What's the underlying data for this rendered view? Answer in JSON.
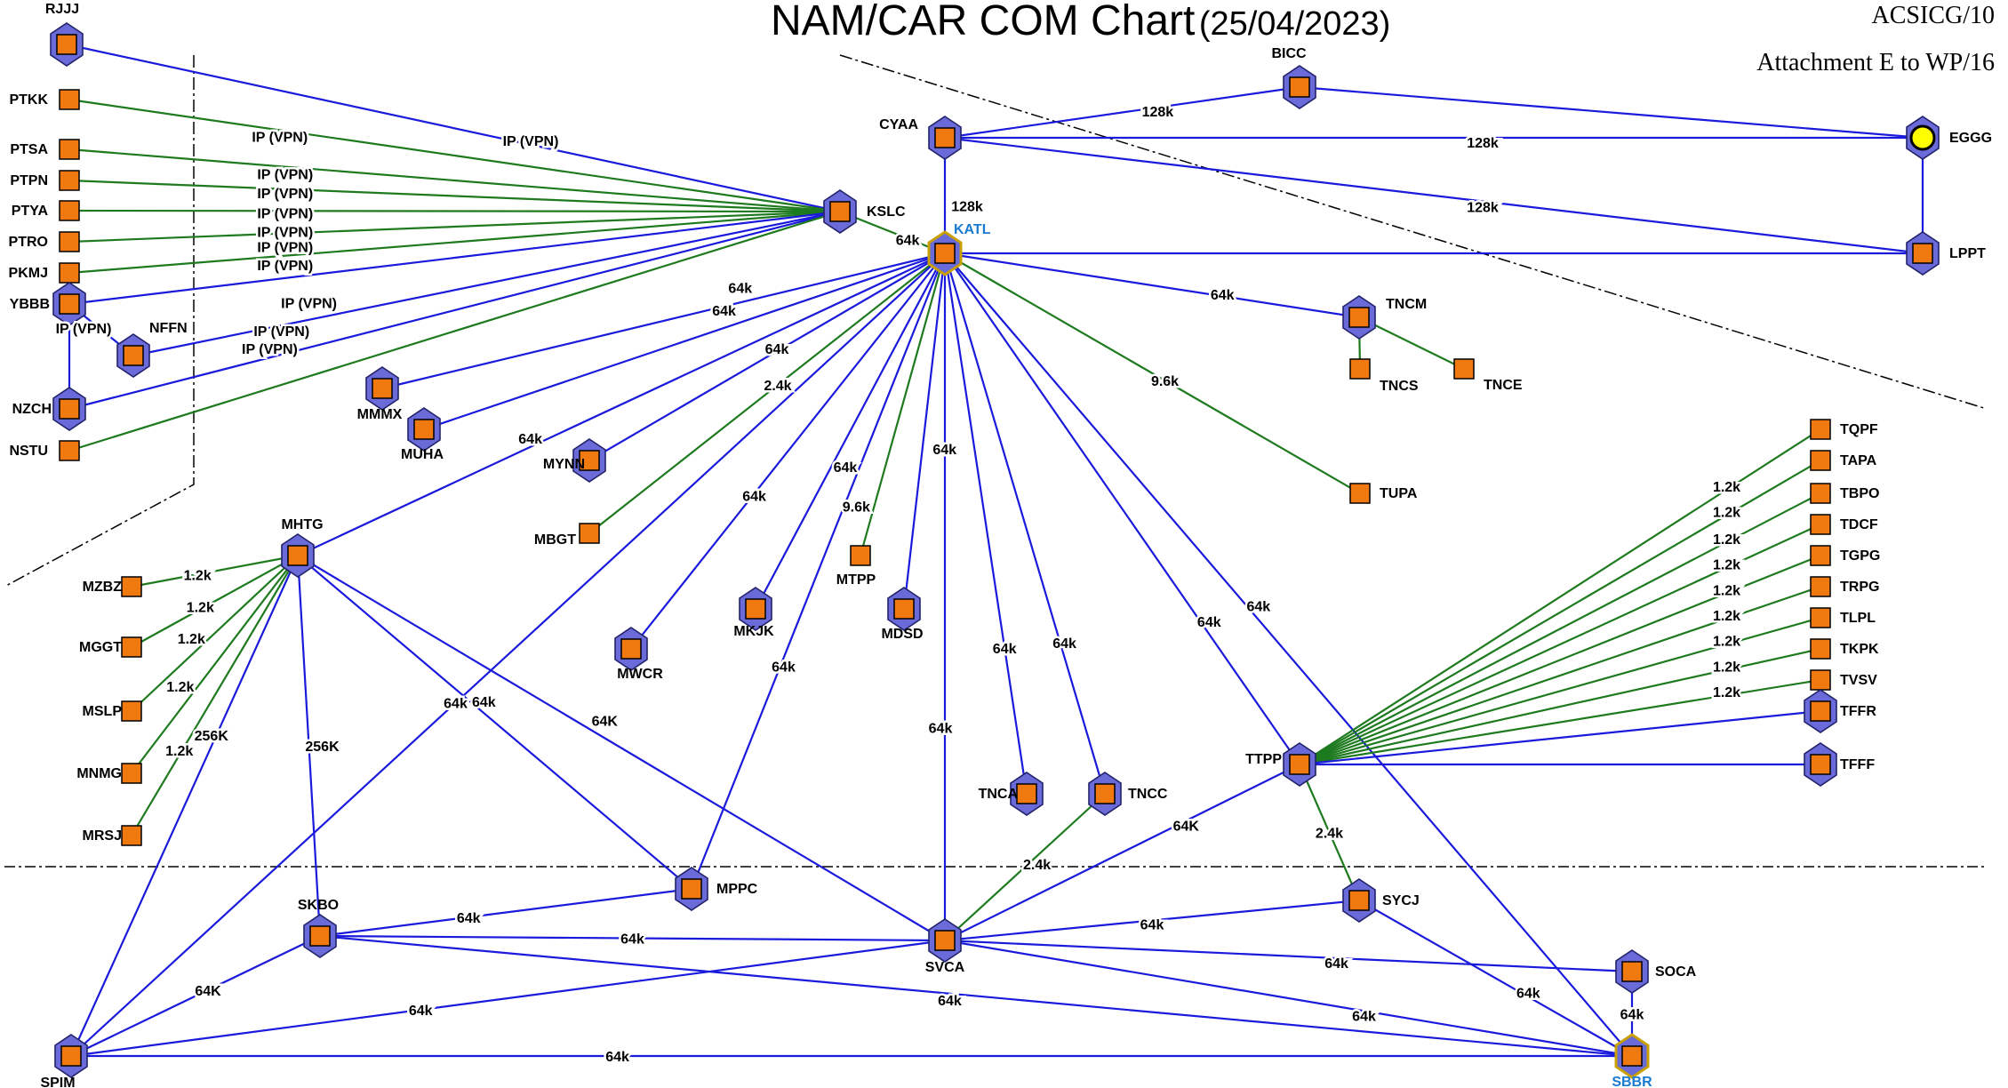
{
  "header": {
    "title": "NAM/CAR COM Chart",
    "date": "(25/04/2023)",
    "ref": "ACSICG/10",
    "attachment": "Attachment E to WP/16"
  },
  "legend_colors": {
    "blue_link": "#1a1adc",
    "green_link": "#1e7a1e",
    "node_fill": "#f07a10",
    "hex_fill": "#6a6ad8",
    "hub_label": "#1a7bd0",
    "eggg_fill": "#ffff00"
  },
  "nodes": [
    {
      "id": "RJJJ",
      "label": "RJJJ",
      "icon": "hex"
    },
    {
      "id": "PTKK",
      "label": "PTKK",
      "icon": "square"
    },
    {
      "id": "PTSA",
      "label": "PTSA",
      "icon": "square"
    },
    {
      "id": "PTPN",
      "label": "PTPN",
      "icon": "square"
    },
    {
      "id": "PTYA",
      "label": "PTYA",
      "icon": "square"
    },
    {
      "id": "PTRO",
      "label": "PTRO",
      "icon": "square"
    },
    {
      "id": "PKMJ",
      "label": "PKMJ",
      "icon": "square"
    },
    {
      "id": "YBBB",
      "label": "YBBB",
      "icon": "hex"
    },
    {
      "id": "NFFN",
      "label": "NFFN",
      "icon": "hex"
    },
    {
      "id": "NZCH",
      "label": "NZCH",
      "icon": "hex"
    },
    {
      "id": "NSTU",
      "label": "NSTU",
      "icon": "square"
    },
    {
      "id": "KSLC",
      "label": "KSLC",
      "icon": "hex"
    },
    {
      "id": "KATL",
      "label": "KATL",
      "icon": "hub"
    },
    {
      "id": "CYAA",
      "label": "CYAA",
      "icon": "hex"
    },
    {
      "id": "BICC",
      "label": "BICC",
      "icon": "hex"
    },
    {
      "id": "EGGG",
      "label": "EGGG",
      "icon": "circle"
    },
    {
      "id": "LPPT",
      "label": "LPPT",
      "icon": "hex"
    },
    {
      "id": "TNCM",
      "label": "TNCM",
      "icon": "hex"
    },
    {
      "id": "TNCS",
      "label": "TNCS",
      "icon": "square"
    },
    {
      "id": "TNCE",
      "label": "TNCE",
      "icon": "square"
    },
    {
      "id": "TUPA",
      "label": "TUPA",
      "icon": "square"
    },
    {
      "id": "MMMX",
      "label": "MMMX",
      "icon": "hex"
    },
    {
      "id": "MUHA",
      "label": "MUHA",
      "icon": "hex"
    },
    {
      "id": "MYNN",
      "label": "MYNN",
      "icon": "hex"
    },
    {
      "id": "MBGT",
      "label": "MBGT",
      "icon": "square"
    },
    {
      "id": "MTPP",
      "label": "MTPP",
      "icon": "square"
    },
    {
      "id": "MDSD",
      "label": "MDSD",
      "icon": "hex"
    },
    {
      "id": "MKJK",
      "label": "MKJK",
      "icon": "hex"
    },
    {
      "id": "MWCR",
      "label": "MWCR",
      "icon": "hex"
    },
    {
      "id": "MHTG",
      "label": "MHTG",
      "icon": "hex"
    },
    {
      "id": "MZBZ",
      "label": "MZBZ",
      "icon": "square"
    },
    {
      "id": "MGGT",
      "label": "MGGT",
      "icon": "square"
    },
    {
      "id": "MSLP",
      "label": "MSLP",
      "icon": "square"
    },
    {
      "id": "MNMG",
      "label": "MNMG",
      "icon": "square"
    },
    {
      "id": "MRSJ",
      "label": "MRSJ",
      "icon": "square"
    },
    {
      "id": "TNCA",
      "label": "TNCA",
      "icon": "hex"
    },
    {
      "id": "TNCC",
      "label": "TNCC",
      "icon": "hex"
    },
    {
      "id": "TTPP",
      "label": "TTPP",
      "icon": "hex"
    },
    {
      "id": "TQPF",
      "label": "TQPF",
      "icon": "square"
    },
    {
      "id": "TAPA",
      "label": "TAPA",
      "icon": "square"
    },
    {
      "id": "TBPO",
      "label": "TBPO",
      "icon": "square"
    },
    {
      "id": "TDCF",
      "label": "TDCF",
      "icon": "square"
    },
    {
      "id": "TGPG",
      "label": "TGPG",
      "icon": "square"
    },
    {
      "id": "TRPG",
      "label": "TRPG",
      "icon": "square"
    },
    {
      "id": "TLPL",
      "label": "TLPL",
      "icon": "square"
    },
    {
      "id": "TKPK",
      "label": "TKPK",
      "icon": "square"
    },
    {
      "id": "TVSV",
      "label": "TVSV",
      "icon": "square"
    },
    {
      "id": "TFFR",
      "label": "TFFR",
      "icon": "hex"
    },
    {
      "id": "TFFF",
      "label": "TFFF",
      "icon": "hex"
    },
    {
      "id": "MPPC",
      "label": "MPPC",
      "icon": "hex"
    },
    {
      "id": "SKBO",
      "label": "SKBO",
      "icon": "hex"
    },
    {
      "id": "SVCA",
      "label": "SVCA",
      "icon": "hex"
    },
    {
      "id": "SYCJ",
      "label": "SYCJ",
      "icon": "hex"
    },
    {
      "id": "SOCA",
      "label": "SOCA",
      "icon": "hex"
    },
    {
      "id": "SPIM",
      "label": "SPIM",
      "icon": "hex"
    },
    {
      "id": "SBBR",
      "label": "SBBR",
      "icon": "hub"
    }
  ],
  "links": [
    {
      "from": "RJJJ",
      "to": "KSLC",
      "type": "blue",
      "label": "IP (VPN)"
    },
    {
      "from": "PTKK",
      "to": "KSLC",
      "type": "green",
      "label": "IP (VPN)"
    },
    {
      "from": "PTSA",
      "to": "KSLC",
      "type": "green",
      "label": "IP (VPN)"
    },
    {
      "from": "PTPN",
      "to": "KSLC",
      "type": "green",
      "label": "IP (VPN)"
    },
    {
      "from": "PTYA",
      "to": "KSLC",
      "type": "green",
      "label": "IP (VPN)"
    },
    {
      "from": "PTRO",
      "to": "KSLC",
      "type": "green",
      "label": "IP (VPN)"
    },
    {
      "from": "PKMJ",
      "to": "KSLC",
      "type": "green",
      "label": "IP (VPN)"
    },
    {
      "from": "YBBB",
      "to": "KSLC",
      "type": "blue",
      "label": "IP (VPN)"
    },
    {
      "from": "NFFN",
      "to": "KSLC",
      "type": "blue",
      "label": "IP (VPN)"
    },
    {
      "from": "NZCH",
      "to": "KSLC",
      "type": "blue",
      "label": "IP (VPN)"
    },
    {
      "from": "NSTU",
      "to": "KSLC",
      "type": "green",
      "label": "IP (VPN)"
    },
    {
      "from": "YBBB",
      "to": "NFFN",
      "type": "blue",
      "label": "IP (VPN)"
    },
    {
      "from": "YBBB",
      "to": "NZCH",
      "type": "blue",
      "label": ""
    },
    {
      "from": "KSLC",
      "to": "KATL",
      "type": "green",
      "label": "64k"
    },
    {
      "from": "CYAA",
      "to": "KATL",
      "type": "blue",
      "label": "128k"
    },
    {
      "from": "CYAA",
      "to": "BICC",
      "type": "blue",
      "label": "128k"
    },
    {
      "from": "BICC",
      "to": "EGGG",
      "type": "blue",
      "label": ""
    },
    {
      "from": "CYAA",
      "to": "EGGG",
      "type": "blue",
      "label": "128k"
    },
    {
      "from": "CYAA",
      "to": "LPPT",
      "type": "blue",
      "label": "128k"
    },
    {
      "from": "EGGG",
      "to": "LPPT",
      "type": "blue",
      "label": ""
    },
    {
      "from": "KATL",
      "to": "LPPT",
      "type": "blue",
      "label": ""
    },
    {
      "from": "KATL",
      "to": "TNCM",
      "type": "blue",
      "label": "64k"
    },
    {
      "from": "TNCM",
      "to": "TNCS",
      "type": "green",
      "label": ""
    },
    {
      "from": "TNCM",
      "to": "TNCE",
      "type": "green",
      "label": ""
    },
    {
      "from": "KATL",
      "to": "TUPA",
      "type": "green",
      "label": "9.6k"
    },
    {
      "from": "KATL",
      "to": "MUHA",
      "type": "blue",
      "label": "64k"
    },
    {
      "from": "KATL",
      "to": "MMMX",
      "type": "blue",
      "label": "64k"
    },
    {
      "from": "KATL",
      "to": "MYNN",
      "type": "blue",
      "label": "64k"
    },
    {
      "from": "KATL",
      "to": "MBGT",
      "type": "green",
      "label": "2.4k"
    },
    {
      "from": "KATL",
      "to": "MHTG",
      "type": "blue",
      "label": "64k"
    },
    {
      "from": "KATL",
      "to": "MTPP",
      "type": "green",
      "label": "9.6k"
    },
    {
      "from": "KATL",
      "to": "MDSD",
      "type": "blue",
      "label": "64k"
    },
    {
      "from": "KATL",
      "to": "MKJK",
      "type": "blue",
      "label": "64k"
    },
    {
      "from": "KATL",
      "to": "MWCR",
      "type": "blue",
      "label": "64k"
    },
    {
      "from": "KATL",
      "to": "MPPC",
      "type": "blue",
      "label": "64k"
    },
    {
      "from": "KATL",
      "to": "SPIM",
      "type": "blue",
      "label": "64k"
    },
    {
      "from": "KATL",
      "to": "SVCA",
      "type": "blue",
      "label": "64k"
    },
    {
      "from": "KATL",
      "to": "TNCA",
      "type": "blue",
      "label": "64k"
    },
    {
      "from": "KATL",
      "to": "TNCC",
      "type": "blue",
      "label": "64k"
    },
    {
      "from": "KATL",
      "to": "TTPP",
      "type": "blue",
      "label": "64k"
    },
    {
      "from": "KATL",
      "to": "SBBR",
      "type": "blue",
      "label": "64k"
    },
    {
      "from": "MHTG",
      "to": "MZBZ",
      "type": "green",
      "label": "1.2k"
    },
    {
      "from": "MHTG",
      "to": "MGGT",
      "type": "green",
      "label": "1.2k"
    },
    {
      "from": "MHTG",
      "to": "MSLP",
      "type": "green",
      "label": "1.2k"
    },
    {
      "from": "MHTG",
      "to": "MNMG",
      "type": "green",
      "label": "1.2k"
    },
    {
      "from": "MHTG",
      "to": "MRSJ",
      "type": "green",
      "label": "1.2k"
    },
    {
      "from": "MHTG",
      "to": "SKBO",
      "type": "blue",
      "label": "256K"
    },
    {
      "from": "MHTG",
      "to": "SPIM",
      "type": "blue",
      "label": "256K"
    },
    {
      "from": "MHTG",
      "to": "MPPC",
      "type": "blue",
      "label": "64k"
    },
    {
      "from": "MHTG",
      "to": "SVCA",
      "type": "blue",
      "label": "64K"
    },
    {
      "from": "TTPP",
      "to": "TQPF",
      "type": "green",
      "label": "1.2k"
    },
    {
      "from": "TTPP",
      "to": "TAPA",
      "type": "green",
      "label": "1.2k"
    },
    {
      "from": "TTPP",
      "to": "TBPO",
      "type": "green",
      "label": "1.2k"
    },
    {
      "from": "TTPP",
      "to": "TDCF",
      "type": "green",
      "label": "1.2k"
    },
    {
      "from": "TTPP",
      "to": "TGPG",
      "type": "green",
      "label": "1.2k"
    },
    {
      "from": "TTPP",
      "to": "TRPG",
      "type": "green",
      "label": "1.2k"
    },
    {
      "from": "TTPP",
      "to": "TLPL",
      "type": "green",
      "label": "1.2k"
    },
    {
      "from": "TTPP",
      "to": "TKPK",
      "type": "green",
      "label": "1.2k"
    },
    {
      "from": "TTPP",
      "to": "TVSV",
      "type": "green",
      "label": "1.2k"
    },
    {
      "from": "TTPP",
      "to": "TFFR",
      "type": "blue",
      "label": ""
    },
    {
      "from": "TTPP",
      "to": "TFFF",
      "type": "blue",
      "label": ""
    },
    {
      "from": "TTPP",
      "to": "SVCA",
      "type": "blue",
      "label": "64K"
    },
    {
      "from": "TTPP",
      "to": "SYCJ",
      "type": "green",
      "label": "2.4k"
    },
    {
      "from": "TNCC",
      "to": "SVCA",
      "type": "green",
      "label": "2.4k"
    },
    {
      "from": "SKBO",
      "to": "MPPC",
      "type": "blue",
      "label": "64k"
    },
    {
      "from": "SKBO",
      "to": "SVCA",
      "type": "blue",
      "label": "64k"
    },
    {
      "from": "SKBO",
      "to": "SPIM",
      "type": "blue",
      "label": "64K"
    },
    {
      "from": "SKBO",
      "to": "SBBR",
      "type": "blue",
      "label": "64k"
    },
    {
      "from": "SVCA",
      "to": "SPIM",
      "type": "blue",
      "label": "64k"
    },
    {
      "from": "SVCA",
      "to": "SYCJ",
      "type": "blue",
      "label": "64k"
    },
    {
      "from": "SVCA",
      "to": "SOCA",
      "type": "blue",
      "label": "64k"
    },
    {
      "from": "SVCA",
      "to": "SBBR",
      "type": "blue",
      "label": "64k"
    },
    {
      "from": "SYCJ",
      "to": "SBBR",
      "type": "blue",
      "label": "64k"
    },
    {
      "from": "SOCA",
      "to": "SBBR",
      "type": "blue",
      "label": "64k"
    },
    {
      "from": "SPIM",
      "to": "SBBR",
      "type": "blue",
      "label": "64k"
    }
  ]
}
